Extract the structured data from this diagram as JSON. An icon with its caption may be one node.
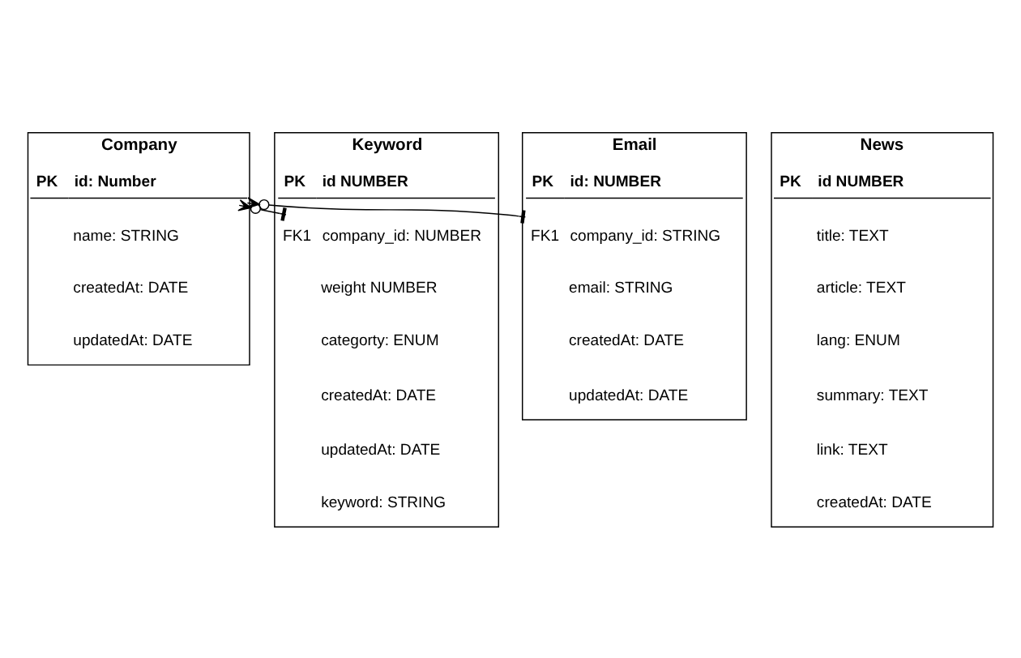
{
  "diagram": {
    "nodes": [
      {
        "text": [
          "Company"
        ]
      },
      {
        "text": [
          "PK",
          "id: Number"
        ],
        "in": 0
      },
      {
        "text": [
          "name: STRING"
        ],
        "in": 0
      },
      {
        "text": [
          "createdAt: DATE"
        ],
        "in": 0
      },
      {
        "text": [
          "updatedAt: DATE"
        ],
        "in": 0
      },
      {
        "text": [
          "Keyword"
        ]
      },
      {
        "text": [
          "PK",
          "id NUMBER"
        ],
        "in": 5
      },
      {
        "text": [
          "FK1",
          "company_id: NUMBER"
        ],
        "in": 5
      },
      {
        "text": [
          "weight NUMBER"
        ],
        "in": 5
      },
      {
        "text": [
          "categorty: ENUM"
        ],
        "in": 5
      },
      {
        "text": [
          "createdAt: DATE"
        ],
        "in": 5
      },
      {
        "text": [
          "updatedAt: DATE"
        ],
        "in": 5
      },
      {
        "text": [
          "keyword: STRING"
        ],
        "in": 5
      },
      {
        "text": [
          "News"
        ]
      },
      {
        "text": [
          "PK",
          "id NUMBER"
        ],
        "in": 13
      },
      {
        "text": [
          "title: TEXT"
        ],
        "in": 13
      },
      {
        "text": [
          "article: TEXT"
        ],
        "in": 13
      },
      {
        "text": [
          "lang: ENUM"
        ],
        "in": 13
      },
      {
        "text": [
          "summary: TEXT"
        ],
        "in": 13
      },
      {
        "text": [
          "link: TEXT"
        ],
        "in": 13
      },
      {
        "text": [
          "createdAt: DATE"
        ],
        "in": 13
      },
      {
        "text": [
          "Email"
        ]
      },
      {
        "text": [
          "PK",
          "id: NUMBER"
        ],
        "in": 21
      },
      {
        "text": [
          "FK1",
          "company_id: STRING"
        ],
        "in": 21
      },
      {
        "text": [
          "email: STRING"
        ],
        "in": 21
      },
      {
        "text": [
          "createdAt: DATE"
        ],
        "in": 21
      },
      {
        "text": [
          "updatedAt: DATE"
        ],
        "in": 21
      }
    ],
    "edges": [
      {
        "from": 7,
        "to": 1,
        "arrow": "other"
      },
      {
        "from": 23,
        "to": 1,
        "arrow": "other"
      }
    ]
  }
}
